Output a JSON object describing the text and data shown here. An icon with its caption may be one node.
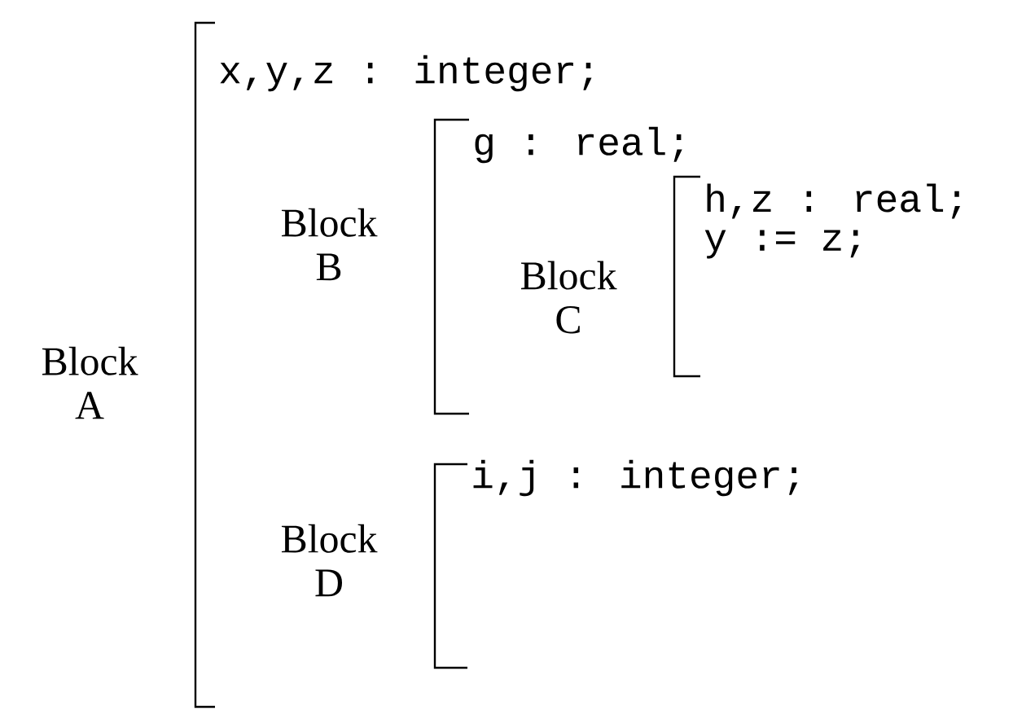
{
  "diagram": {
    "nodes": [
      {
        "text": [
          "Block A",
          "x,y,z : integer;"
        ]
      },
      {
        "text": [
          "Block B",
          "g : real;"
        ],
        "in": 0
      },
      {
        "text": [
          "Block C",
          "h,z : real;",
          "y := z;"
        ],
        "in": 1
      },
      {
        "text": [
          "Block D",
          "i,j : integer;"
        ],
        "in": 0
      }
    ]
  }
}
